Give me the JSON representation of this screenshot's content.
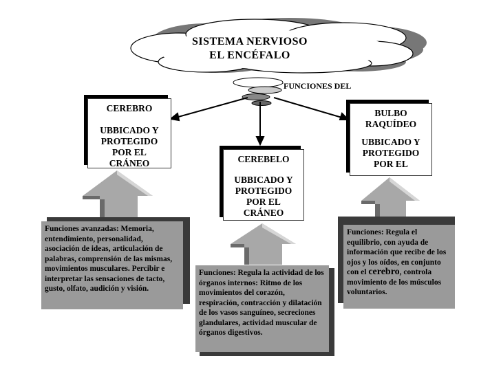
{
  "title": {
    "line1": "SISTEMA NERVIOSO",
    "line2": "EL ENCÉFALO"
  },
  "functions_label": "FUNCIONES DEL",
  "boxes": {
    "cerebro": {
      "title": "CEREBRO",
      "subtitle": "UBBICADO Y\nPROTEGIDO\nPOR EL\nCRÁNEO"
    },
    "cerebelo": {
      "title": "CEREBELO",
      "subtitle": "UBBICADO Y\nPROTEGIDO\nPOR EL\nCRÁNEO"
    },
    "bulbo": {
      "title": "BULBO\nRAQUÍDEO",
      "subtitle": "UBBICADO Y\nPROTEGIDO\nPOR EL"
    }
  },
  "notes": {
    "cerebro": "Funciones avanzadas: Memoria, entendimiento, personalidad, asociación de ideas, articulación de palabras, comprensión de las mismas, movimientos musculares. Percibir e interpretar las sensaciones de tacto, gusto, olfato, audición y visión.",
    "cerebelo": "Funciones: Regula la actividad de los órganos internos: Ritmo de los movimientos del corazón, respiración, contracción y dilatación de los vasos sanguíneo, secreciones glandulares, actividad muscular de órganos digestivos.",
    "bulbo_a": "Funciones: Regula el equilibrio, con ayuda de información que recibe de los ojos y los oídos, en conjunto con el ",
    "bulbo_b": "cerebro",
    "bulbo_c": ", controla movimiento de los músculos voluntarios."
  },
  "colors": {
    "note_fill": "#9a9a9a",
    "arrow_fill": "#a8a8a8",
    "arrow_dark": "#6a6a6a"
  }
}
